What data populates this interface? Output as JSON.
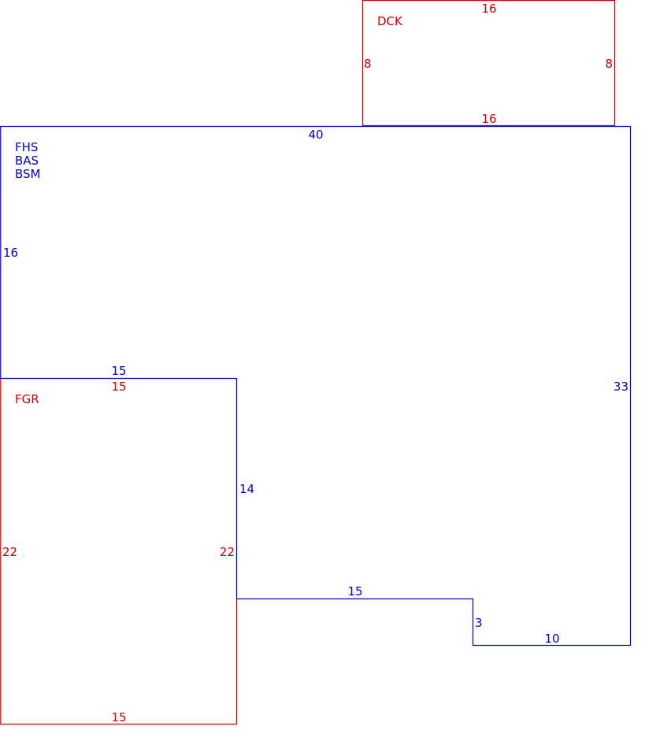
{
  "colors": {
    "living_area": "#0000cc",
    "other_area": "#cc0000",
    "background": "#ffffff"
  },
  "main_building": {
    "codes": [
      "FHS",
      "BAS",
      "BSM"
    ],
    "dimensions": {
      "top": "40",
      "left_upper": "16",
      "right": "33",
      "inner_top": "15",
      "inner_left": "14",
      "bottom_middle": "15",
      "step": "3",
      "bottom_right": "10"
    }
  },
  "deck": {
    "code": "DCK",
    "dimensions": {
      "top": "16",
      "bottom": "16",
      "left": "8",
      "right": "8"
    }
  },
  "garage": {
    "code": "FGR",
    "dimensions": {
      "top": "15",
      "bottom": "15",
      "left": "22",
      "right": "22"
    }
  }
}
